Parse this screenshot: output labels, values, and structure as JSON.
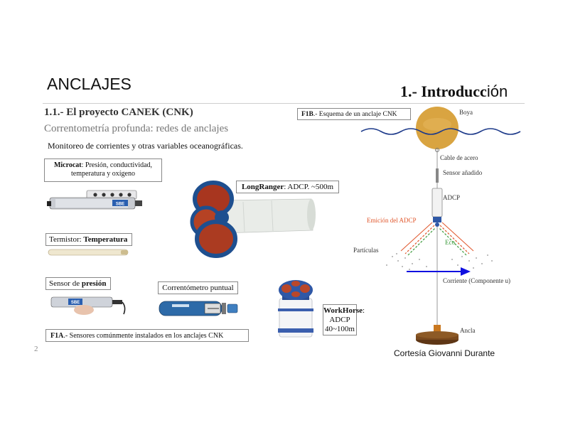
{
  "header": {
    "section_title": "ANCLAJES",
    "chapter_title_a": "1.- Introducc",
    "chapter_title_b": "ión"
  },
  "subtitle": "1.1.- El proyecto CANEK (CNK)",
  "subheading": "Correntometría profunda: redes de anclajes",
  "intro_text": "Monitoreo de corrientes y otras variables oceanográficas.",
  "page_number": "2",
  "credit": "Cortesía Giovanni Durante",
  "left_panel": {
    "microcat": {
      "name": "Microcat",
      "desc": ": Presión, conductividad,",
      "desc2": "temperatura y oxígeno",
      "logo": "SBE"
    },
    "termistor": {
      "prefix": "Termistor: ",
      "name": "Temperatura"
    },
    "presion": {
      "prefix": "Sensor de ",
      "name": "presión",
      "logo": "SBE"
    },
    "correntometro": {
      "name": "Correntómetro puntual"
    },
    "longranger": {
      "name": "LongRanger",
      "desc": ": ADCP. ~500m"
    },
    "workhorse": {
      "name": "WorkHorse",
      "desc": ":",
      "line2": "ADCP",
      "line3": "40~100m"
    },
    "caption": {
      "label": "F1A",
      "text": ".- Sensores comúnmente instalados en los anclajes CNK"
    }
  },
  "diagram": {
    "caption": {
      "label": "F1B",
      "text": ".- Esquema de un anclaje CNK"
    },
    "labels": {
      "boya": "Boya",
      "cable": "Cable de acero",
      "sensor": "Sensor añadido",
      "adcp": "ADCP",
      "emision": "Emición del ADCP",
      "eco": "Eco",
      "particulas": "Partículas",
      "corriente": "Corriente (Componente u)",
      "ancla": "Ancla"
    }
  },
  "colors": {
    "buoy": "#d9a441",
    "wave": "#1d3a8a",
    "arrow": "#1010e0",
    "emission": "#e0562b",
    "echo": "#3d9b3d",
    "anchor": "#7a4a1e",
    "instrument_blue": "#1e4f8f",
    "instrument_red": "#b43a22"
  }
}
